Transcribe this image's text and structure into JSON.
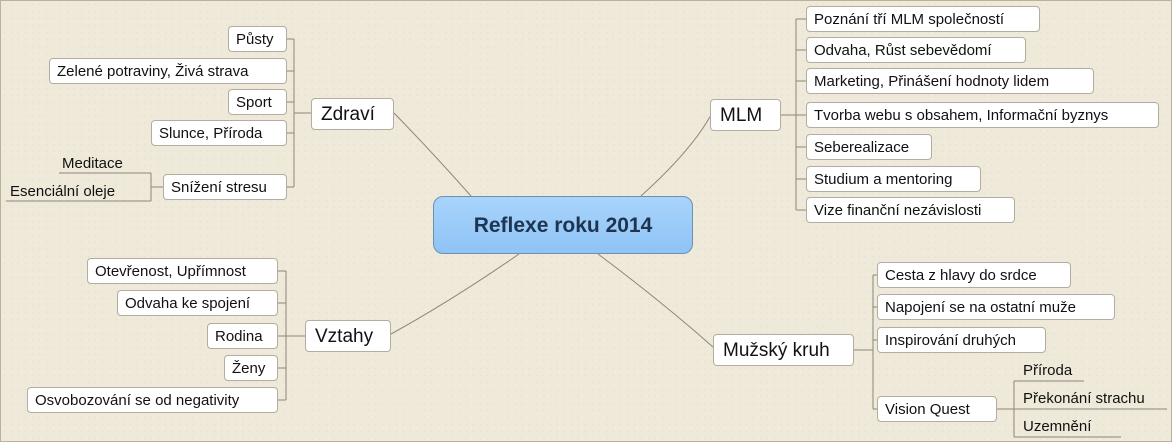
{
  "central": "Reflexe roku 2014",
  "branches": {
    "zdravi": {
      "label": "Zdraví",
      "items": [
        "Půsty",
        "Zelené potraviny, Živá strava",
        "Sport",
        "Slunce, Příroda",
        "Snížení stresu"
      ],
      "sub": [
        "Meditace",
        "Esenciální oleje"
      ]
    },
    "mlm": {
      "label": "MLM",
      "items": [
        "Poznání tří MLM společností",
        "Odvaha, Růst sebevědomí",
        "Marketing, Přinášení hodnoty lidem",
        "Tvorba webu s obsahem, Informační byznys",
        "Seberealizace",
        "Studium a mentoring",
        "Vize finanční nezávislosti"
      ]
    },
    "vztahy": {
      "label": "Vztahy",
      "items": [
        "Otevřenost, Upřímnost",
        "Odvaha ke spojení",
        "Rodina",
        "Ženy",
        "Osvobozování se od negativity"
      ]
    },
    "muzsky": {
      "label": "Mužský kruh",
      "items": [
        "Cesta z hlavy do srdce",
        "Napojení se na ostatní muže",
        "Inspirování druhých",
        "Vision Quest"
      ],
      "sub": [
        "Příroda",
        "Překonání strachu",
        "Uzemnění"
      ]
    }
  }
}
